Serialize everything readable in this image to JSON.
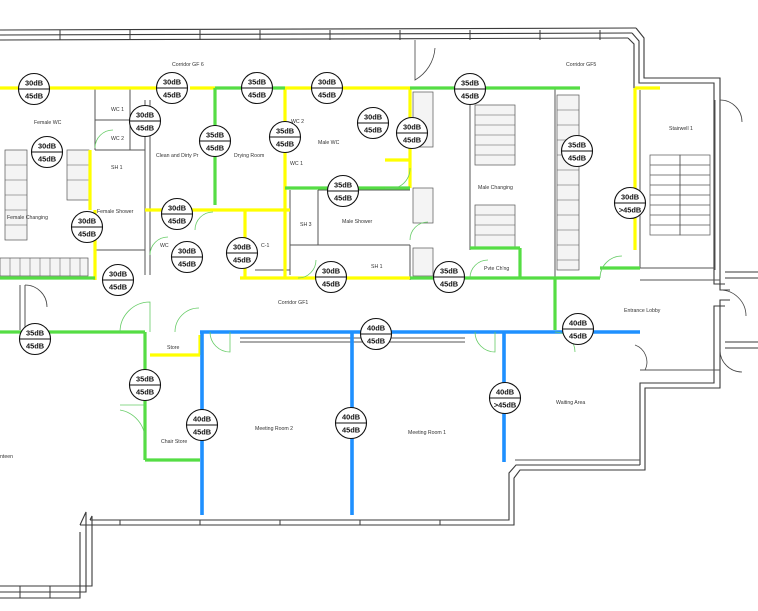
{
  "colors": {
    "background": "#ffffff",
    "wall": "#3a3a3a",
    "partition_30dB": "#ffff00",
    "partition_35dB": "#55dd44",
    "partition_40dB": "#1e90ff",
    "door": "#66cc66"
  },
  "rooms": [
    {
      "name": "Corridor GF 6"
    },
    {
      "name": "Corridor GF5"
    },
    {
      "name": "Female WC"
    },
    {
      "name": "WC 1"
    },
    {
      "name": "WC 2"
    },
    {
      "name": "Clean and Dirty Pr"
    },
    {
      "name": "Drying Room"
    },
    {
      "name": "WC 2"
    },
    {
      "name": "WC 1"
    },
    {
      "name": "Male WC"
    },
    {
      "name": "Male Changing"
    },
    {
      "name": "Stairwell 1"
    },
    {
      "name": "Female Changing"
    },
    {
      "name": "Female Shower"
    },
    {
      "name": "SH 1"
    },
    {
      "name": "WC"
    },
    {
      "name": "C-1"
    },
    {
      "name": "SH 3"
    },
    {
      "name": "Male Shower"
    },
    {
      "name": "SH 1"
    },
    {
      "name": "Pvte Ch'ng"
    },
    {
      "name": "Corridor GF1"
    },
    {
      "name": "Entrance Lobby"
    },
    {
      "name": "Store"
    },
    {
      "name": "Chair Store"
    },
    {
      "name": "Meeting Room 2"
    },
    {
      "name": "Meeting Room 1"
    },
    {
      "name": "Waiting Area"
    },
    {
      "name": "nteen"
    }
  ],
  "tags": [
    {
      "top": "30dB",
      "bottom": "45dB"
    },
    {
      "top": "30dB",
      "bottom": "45dB"
    },
    {
      "top": "35dB",
      "bottom": "45dB"
    },
    {
      "top": "30dB",
      "bottom": "45dB"
    },
    {
      "top": "35dB",
      "bottom": "45dB"
    },
    {
      "top": "30dB",
      "bottom": "45dB"
    },
    {
      "top": "30dB",
      "bottom": "45dB"
    },
    {
      "top": "35dB",
      "bottom": "45dB"
    },
    {
      "top": "35dB",
      "bottom": "45dB"
    },
    {
      "top": "30dB",
      "bottom": "45dB"
    },
    {
      "top": "30dB",
      "bottom": "45dB"
    },
    {
      "top": "35dB",
      "bottom": "45dB"
    },
    {
      "top": "35dB",
      "bottom": "45dB"
    },
    {
      "top": "30dB",
      "bottom": ">45dB"
    },
    {
      "top": "30dB",
      "bottom": "45dB"
    },
    {
      "top": "30dB",
      "bottom": "45dB"
    },
    {
      "top": "30dB",
      "bottom": "45dB"
    },
    {
      "top": "30dB",
      "bottom": "45dB"
    },
    {
      "top": "30dB",
      "bottom": "45dB"
    },
    {
      "top": "30dB",
      "bottom": "45dB"
    },
    {
      "top": "35dB",
      "bottom": "45dB"
    },
    {
      "top": "35dB",
      "bottom": "45dB"
    },
    {
      "top": "40dB",
      "bottom": "45dB"
    },
    {
      "top": "40dB",
      "bottom": "45dB"
    },
    {
      "top": "35dB",
      "bottom": "45dB"
    },
    {
      "top": "40dB",
      "bottom": "45dB"
    },
    {
      "top": "40dB",
      "bottom": "45dB"
    },
    {
      "top": "40dB",
      "bottom": ">45dB"
    }
  ]
}
